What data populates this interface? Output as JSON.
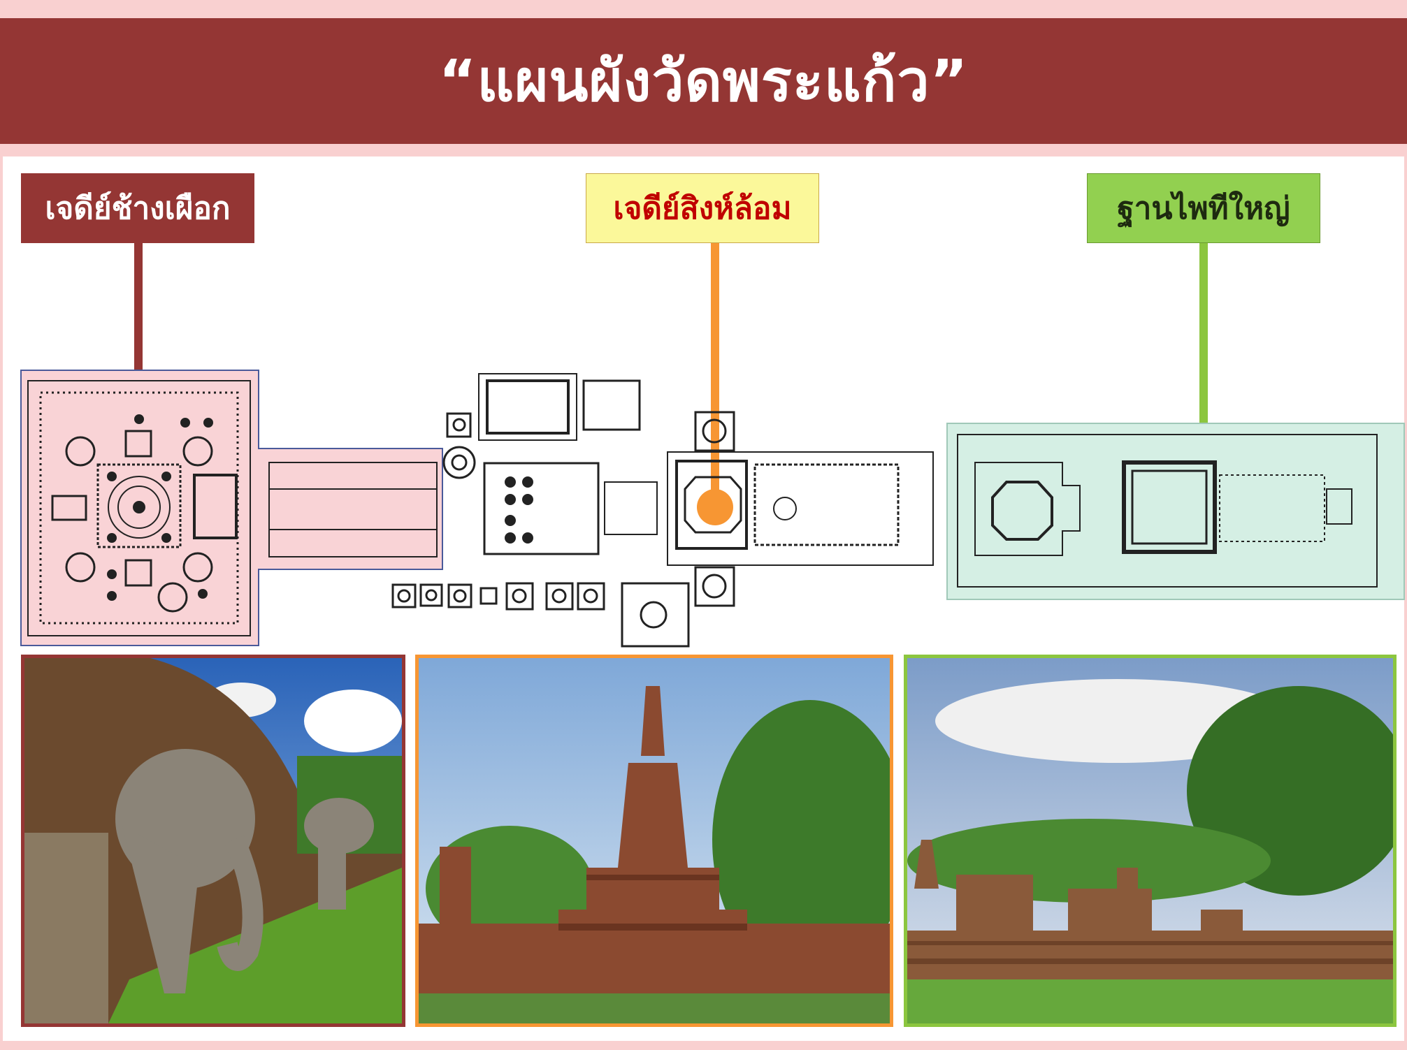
{
  "title": "“แผนผังวัดพระแก้ว”",
  "labels": {
    "chedi_chang_phueak": "เจดีย์ช้างเผือก",
    "chedi_sing_lom": "เจดีย์สิงห์ล้อม",
    "than_phai_thi_yai": "ฐานไพทีใหญ่"
  },
  "colors": {
    "title_bar": "#943634",
    "label1": "#943634",
    "label2": "#fbf89a",
    "label2_text": "#c00000",
    "label3": "#92d050",
    "connector1": "#943634",
    "connector2": "#f79633",
    "connector3": "#8cc63f"
  }
}
